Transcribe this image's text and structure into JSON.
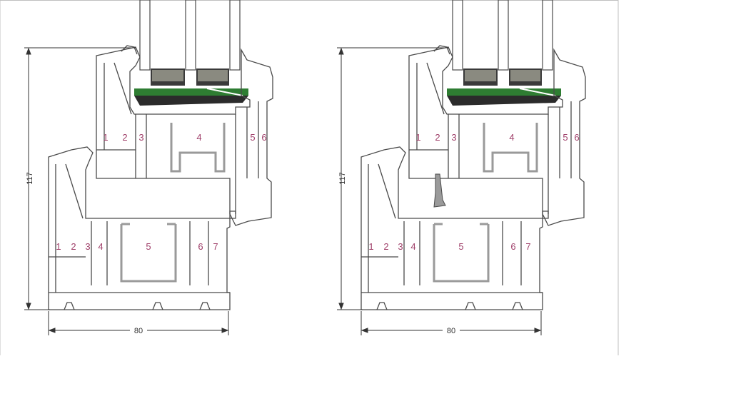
{
  "colors": {
    "background": "#ffffff",
    "profile_fill": "#ffffff",
    "profile_stroke": "#4a4a4a",
    "steel": "#9a9a9a",
    "gasket_green": "#2e7d32",
    "glazing_bead_dark": "#2b2b2b",
    "chamber_label": "#a0406a",
    "dimension_line": "#333333",
    "frame_border": "#bfbfbf"
  },
  "sections": [
    {
      "height_dim": "117",
      "width_dim": "80",
      "sash_chambers": [
        "1",
        "2",
        "3",
        "4",
        "5",
        "6"
      ],
      "frame_chambers": [
        "1",
        "2",
        "3",
        "4",
        "5",
        "6",
        "7"
      ]
    },
    {
      "height_dim": "117",
      "width_dim": "80",
      "sash_chambers": [
        "1",
        "2",
        "3",
        "4",
        "5",
        "6"
      ],
      "frame_chambers": [
        "1",
        "2",
        "3",
        "4",
        "5",
        "6",
        "7"
      ]
    }
  ]
}
